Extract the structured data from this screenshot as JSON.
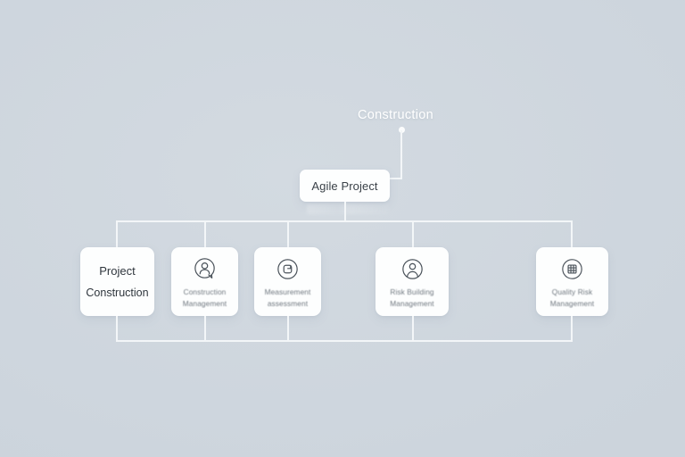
{
  "diagram": {
    "type": "hierarchy-tree",
    "background_color": "#ced6de",
    "line_color": "#f3f6f8",
    "card_color": "#fdfefe",
    "top_label": {
      "text": "Construction",
      "color": "#ffffff"
    },
    "root": {
      "title": "Agile Project"
    },
    "children": [
      {
        "id": "project-construction",
        "icon": "none",
        "lines": [
          "Project",
          "Construction"
        ],
        "legible": true
      },
      {
        "id": "construction-management",
        "icon": "user-circle-icon",
        "lines": [
          "Construction",
          "Management"
        ],
        "legible": false
      },
      {
        "id": "measurement-assessment",
        "icon": "document-circle-icon",
        "lines": [
          "Measurement",
          "assessment"
        ],
        "legible": false
      },
      {
        "id": "risk-building-management",
        "icon": "person-circle-icon",
        "lines": [
          "Risk Building",
          "Management"
        ],
        "legible": false
      },
      {
        "id": "quality-risk-management",
        "icon": "grid-circle-icon",
        "lines": [
          "Quality Risk",
          "Management"
        ],
        "legible": false
      }
    ]
  }
}
